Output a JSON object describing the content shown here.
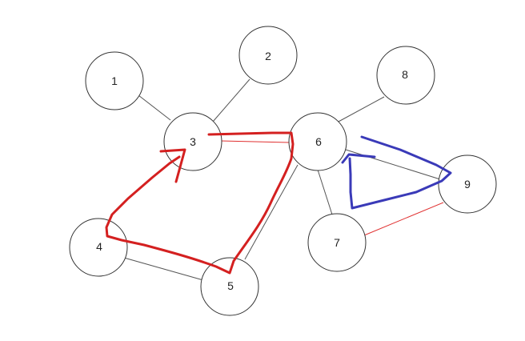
{
  "diagram": {
    "nodes": [
      {
        "id": "1",
        "label": "1"
      },
      {
        "id": "2",
        "label": "2"
      },
      {
        "id": "3",
        "label": "3"
      },
      {
        "id": "4",
        "label": "4"
      },
      {
        "id": "5",
        "label": "5"
      },
      {
        "id": "6",
        "label": "6"
      },
      {
        "id": "7",
        "label": "7"
      },
      {
        "id": "8",
        "label": "8"
      },
      {
        "id": "9",
        "label": "9"
      }
    ],
    "edges": [
      {
        "from": "1",
        "to": "3",
        "color": "#555555"
      },
      {
        "from": "2",
        "to": "3",
        "color": "#555555"
      },
      {
        "from": "3",
        "to": "6",
        "color": "#e03030"
      },
      {
        "from": "4",
        "to": "5",
        "color": "#555555"
      },
      {
        "from": "5",
        "to": "6",
        "color": "#555555"
      },
      {
        "from": "6",
        "to": "8",
        "color": "#555555"
      },
      {
        "from": "6",
        "to": "7",
        "color": "#555555"
      },
      {
        "from": "6",
        "to": "9",
        "color": "#555555"
      },
      {
        "from": "7",
        "to": "9",
        "color": "#e03030"
      }
    ],
    "annotations": {
      "red_path_color": "#d42020",
      "blue_path_color": "#3a3ab8"
    }
  }
}
